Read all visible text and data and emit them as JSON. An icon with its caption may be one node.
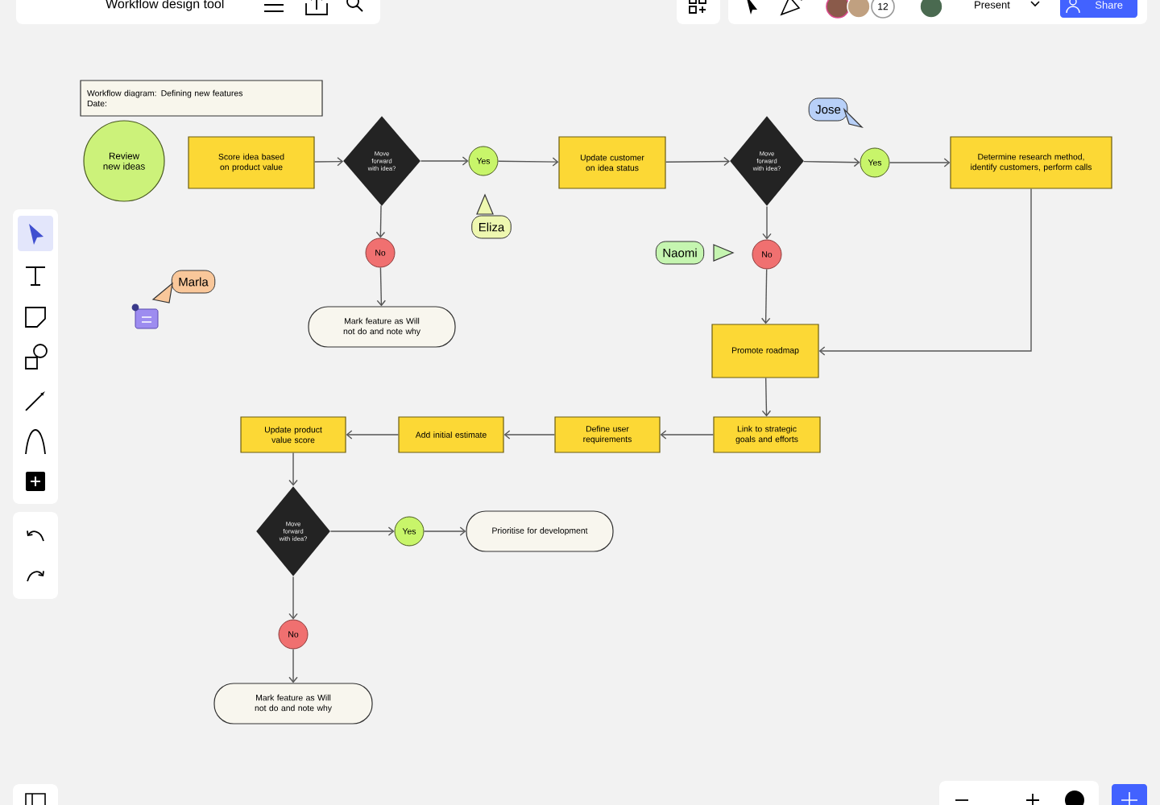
{
  "diagram": {
    "nodes": [
      {
        "text": [
          "Workflow diagram: Defining new features",
          "Date:"
        ]
      },
      {
        "text": [
          "Review new ideas"
        ]
      },
      {
        "text": [
          "Score idea based on product value"
        ]
      },
      {
        "text": [
          "Move forward with idea?"
        ]
      },
      {
        "text": [
          "Yes"
        ]
      },
      {
        "text": [
          "Update customer on idea status"
        ]
      },
      {
        "text": [
          "Move forward with idea?"
        ]
      },
      {
        "text": [
          "Yes"
        ]
      },
      {
        "text": [
          "Determine research method, identify customers, perform calls"
        ]
      },
      {
        "text": [
          "No"
        ]
      },
      {
        "text": [
          "Mark feature as Will not do and note why"
        ]
      },
      {
        "text": [
          "No"
        ]
      },
      {
        "text": [
          "Promote roadmap"
        ]
      },
      {
        "text": [
          "Link to strategic goals and efforts"
        ]
      },
      {
        "text": [
          "Define user requirements"
        ]
      },
      {
        "text": [
          "Add initial estimate"
        ]
      },
      {
        "text": [
          "Update product value score"
        ]
      },
      {
        "text": [
          "Move forward with idea?"
        ]
      },
      {
        "text": [
          "Yes"
        ]
      },
      {
        "text": [
          "Prioritise for development"
        ]
      },
      {
        "text": [
          "No"
        ]
      },
      {
        "text": [
          "Mark feature as Will not do and note why"
        ]
      }
    ],
    "edges": [
      {
        "from": 2,
        "to": 3,
        "arrow": "to"
      },
      {
        "from": 3,
        "to": 4,
        "arrow": "to"
      },
      {
        "from": 4,
        "to": 5,
        "arrow": "to"
      },
      {
        "from": 5,
        "to": 6,
        "arrow": "to"
      },
      {
        "from": 6,
        "to": 7,
        "arrow": "to"
      },
      {
        "from": 7,
        "to": 8,
        "arrow": "to"
      },
      {
        "from": 3,
        "to": 9,
        "arrow": "to"
      },
      {
        "from": 9,
        "to": 10,
        "arrow": "to"
      },
      {
        "from": 6,
        "to": 11,
        "arrow": "to"
      },
      {
        "from": 11,
        "to": 12,
        "arrow": "to"
      },
      {
        "from": 8,
        "to": 12,
        "arrow": "to"
      },
      {
        "from": 12,
        "to": 13,
        "arrow": "to"
      },
      {
        "from": 13,
        "to": 14,
        "arrow": "to"
      },
      {
        "from": 14,
        "to": 15,
        "arrow": "to"
      },
      {
        "from": 15,
        "to": 16,
        "arrow": "to"
      },
      {
        "from": 16,
        "to": 17,
        "arrow": "to"
      },
      {
        "from": 17,
        "to": 18,
        "arrow": "to"
      },
      {
        "from": 18,
        "to": 19,
        "arrow": "to"
      },
      {
        "from": 17,
        "to": 20,
        "arrow": "to"
      },
      {
        "from": 20,
        "to": 21,
        "arrow": "to"
      }
    ],
    "labels": [
      "Workflow design tool",
      "12",
      "Present",
      "Share",
      "Jose",
      "Eliza",
      "Naomi",
      "Marla"
    ]
  }
}
